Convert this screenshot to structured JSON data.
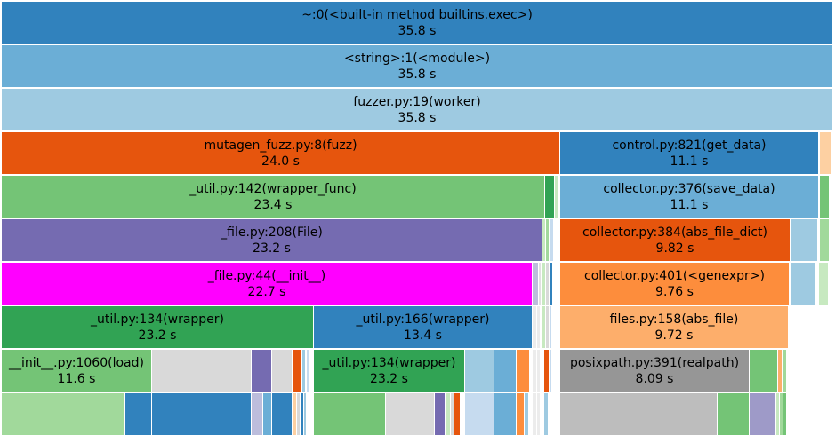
{
  "flamegraph": {
    "frames": [
      {
        "id": "f0",
        "depth": 0,
        "start": 2,
        "end": 936,
        "color": "#3182bd",
        "label": "~:0(<built-in method builtins.exec>)",
        "time": "35.8 s"
      },
      {
        "id": "f1",
        "depth": 1,
        "start": 2,
        "end": 936,
        "color": "#6baed6",
        "label": "<string>:1(<module>)",
        "time": "35.8 s"
      },
      {
        "id": "f2",
        "depth": 2,
        "start": 2,
        "end": 936,
        "color": "#9ecae1",
        "label": "fuzzer.py:19(worker)",
        "time": "35.8 s"
      },
      {
        "id": "f3",
        "depth": 3,
        "start": 2,
        "end": 629,
        "color": "#e6550d",
        "label": "mutagen_fuzz.py:8(fuzz)",
        "time": "24.0 s"
      },
      {
        "id": "f4",
        "depth": 3,
        "start": 630,
        "end": 920,
        "color": "#3182bd",
        "label": "control.py:821(get_data)",
        "time": "11.1 s"
      },
      {
        "id": "f5",
        "depth": 3,
        "start": 922,
        "end": 935,
        "color": "#fdd0a2",
        "label": "",
        "time": ""
      },
      {
        "id": "f6",
        "depth": 4,
        "start": 2,
        "end": 612,
        "color": "#74c476",
        "label": "_util.py:142(wrapper_func)",
        "time": "23.4 s"
      },
      {
        "id": "f7",
        "depth": 4,
        "start": 613,
        "end": 623,
        "color": "#31a354",
        "label": "",
        "time": ""
      },
      {
        "id": "f8",
        "depth": 4,
        "start": 624,
        "end": 628,
        "color": "#c7e9c0",
        "label": "",
        "time": ""
      },
      {
        "id": "f9",
        "depth": 4,
        "start": 630,
        "end": 920,
        "color": "#6baed6",
        "label": "collector.py:376(save_data)",
        "time": "11.1 s"
      },
      {
        "id": "f10",
        "depth": 4,
        "start": 922,
        "end": 932,
        "color": "#74c476",
        "label": "",
        "time": ""
      },
      {
        "id": "f11",
        "depth": 5,
        "start": 2,
        "end": 609,
        "color": "#756bb1",
        "label": "_file.py:208(File)",
        "time": "23.2 s"
      },
      {
        "id": "f12",
        "depth": 5,
        "start": 610,
        "end": 613,
        "color": "#c7e9c0",
        "label": "",
        "time": ""
      },
      {
        "id": "f13",
        "depth": 5,
        "start": 614,
        "end": 617,
        "color": "#a1d99b",
        "label": "",
        "time": ""
      },
      {
        "id": "f14",
        "depth": 5,
        "start": 619,
        "end": 622,
        "color": "#c6dbef",
        "label": "",
        "time": ""
      },
      {
        "id": "f15",
        "depth": 5,
        "start": 630,
        "end": 888,
        "color": "#e6550d",
        "label": "collector.py:384(abs_file_dict)",
        "time": "9.82 s"
      },
      {
        "id": "f16",
        "depth": 5,
        "start": 889,
        "end": 919,
        "color": "#9ecae1",
        "label": "",
        "time": ""
      },
      {
        "id": "f17",
        "depth": 5,
        "start": 922,
        "end": 932,
        "color": "#a1d99b",
        "label": "",
        "time": ""
      },
      {
        "id": "f18",
        "depth": 6,
        "start": 2,
        "end": 598,
        "color": "#ff00ff",
        "label": "_file.py:44(__init__)",
        "time": "22.7 s"
      },
      {
        "id": "f19",
        "depth": 6,
        "start": 599,
        "end": 605,
        "color": "#bcbddc",
        "label": "",
        "time": ""
      },
      {
        "id": "f20",
        "depth": 6,
        "start": 606,
        "end": 608,
        "color": "#e0e0e0",
        "label": "",
        "time": ""
      },
      {
        "id": "f21",
        "depth": 6,
        "start": 610,
        "end": 613,
        "color": "#c7e9c0",
        "label": "",
        "time": ""
      },
      {
        "id": "f22",
        "depth": 6,
        "start": 614,
        "end": 617,
        "color": "#d9d9d9",
        "label": "",
        "time": ""
      },
      {
        "id": "f23",
        "depth": 6,
        "start": 618,
        "end": 621,
        "color": "#3182bd",
        "label": "",
        "time": ""
      },
      {
        "id": "f24",
        "depth": 6,
        "start": 630,
        "end": 887,
        "color": "#fd8d3c",
        "label": "collector.py:401(<genexpr>)",
        "time": "9.76 s"
      },
      {
        "id": "f25",
        "depth": 6,
        "start": 889,
        "end": 917,
        "color": "#9ecae1",
        "label": "",
        "time": ""
      },
      {
        "id": "f26",
        "depth": 6,
        "start": 921,
        "end": 931,
        "color": "#c7e9c0",
        "label": "",
        "time": ""
      },
      {
        "id": "f27",
        "depth": 7,
        "start": 2,
        "end": 352,
        "color": "#31a354",
        "label": "_util.py:134(wrapper)",
        "time": "23.2 s"
      },
      {
        "id": "f28",
        "depth": 7,
        "start": 353,
        "end": 598,
        "color": "#3182bd",
        "label": "_util.py:166(wrapper)",
        "time": "13.4 s"
      },
      {
        "id": "f29",
        "depth": 7,
        "start": 599,
        "end": 603,
        "color": "#ececec",
        "label": "",
        "time": ""
      },
      {
        "id": "f30",
        "depth": 7,
        "start": 604,
        "end": 607,
        "color": "#ececec",
        "label": "",
        "time": ""
      },
      {
        "id": "f31",
        "depth": 7,
        "start": 610,
        "end": 613,
        "color": "#c7e9c0",
        "label": "",
        "time": ""
      },
      {
        "id": "f32",
        "depth": 7,
        "start": 614,
        "end": 617,
        "color": "#d9d9d9",
        "label": "",
        "time": ""
      },
      {
        "id": "f33",
        "depth": 7,
        "start": 618,
        "end": 620,
        "color": "#c6dbef",
        "label": "",
        "time": ""
      },
      {
        "id": "f34",
        "depth": 7,
        "start": 630,
        "end": 886,
        "color": "#fdae6b",
        "label": "files.py:158(abs_file)",
        "time": "9.72 s"
      },
      {
        "id": "f35",
        "depth": 8,
        "start": 2,
        "end": 170,
        "color": "#74c476",
        "label": "__init__.py:1060(load)",
        "time": "11.6 s"
      },
      {
        "id": "f36",
        "depth": 8,
        "start": 171,
        "end": 282,
        "color": "#d9d9d9",
        "label": "",
        "time": ""
      },
      {
        "id": "f37",
        "depth": 8,
        "start": 283,
        "end": 305,
        "color": "#756bb1",
        "label": "",
        "time": ""
      },
      {
        "id": "f38",
        "depth": 8,
        "start": 306,
        "end": 328,
        "color": "#d9d9d9",
        "label": "",
        "time": ""
      },
      {
        "id": "f39",
        "depth": 8,
        "start": 329,
        "end": 339,
        "color": "#e6550d",
        "label": "",
        "time": ""
      },
      {
        "id": "f40",
        "depth": 8,
        "start": 340,
        "end": 343,
        "color": "#9ecae1",
        "label": "",
        "time": ""
      },
      {
        "id": "f41",
        "depth": 8,
        "start": 345,
        "end": 348,
        "color": "#c6dbef",
        "label": "",
        "time": ""
      },
      {
        "id": "f42",
        "depth": 8,
        "start": 353,
        "end": 522,
        "color": "#31a354",
        "label": "_util.py:134(wrapper)",
        "time": "23.2 s"
      },
      {
        "id": "f43",
        "depth": 8,
        "start": 523,
        "end": 555,
        "color": "#9ecae1",
        "label": "",
        "time": ""
      },
      {
        "id": "f44",
        "depth": 8,
        "start": 556,
        "end": 580,
        "color": "#6baed6",
        "label": "",
        "time": ""
      },
      {
        "id": "f45",
        "depth": 8,
        "start": 581,
        "end": 595,
        "color": "#fd8d3c",
        "label": "",
        "time": ""
      },
      {
        "id": "f46",
        "depth": 8,
        "start": 599,
        "end": 603,
        "color": "#ececec",
        "label": "",
        "time": ""
      },
      {
        "id": "f47",
        "depth": 8,
        "start": 604,
        "end": 607,
        "color": "#ececec",
        "label": "",
        "time": ""
      },
      {
        "id": "f48",
        "depth": 8,
        "start": 612,
        "end": 617,
        "color": "#e6550d",
        "label": "",
        "time": ""
      },
      {
        "id": "f49",
        "depth": 8,
        "start": 618,
        "end": 620,
        "color": "#c6dbef",
        "label": "",
        "time": ""
      },
      {
        "id": "f50",
        "depth": 8,
        "start": 630,
        "end": 842,
        "color": "#969696",
        "label": "posixpath.py:391(realpath)",
        "time": "8.09 s"
      },
      {
        "id": "f51",
        "depth": 8,
        "start": 843,
        "end": 874,
        "color": "#74c476",
        "label": "",
        "time": ""
      },
      {
        "id": "f52",
        "depth": 8,
        "start": 875,
        "end": 879,
        "color": "#fdae6b",
        "label": "",
        "time": ""
      },
      {
        "id": "f53",
        "depth": 8,
        "start": 880,
        "end": 884,
        "color": "#a1d99b",
        "label": "",
        "time": ""
      },
      {
        "id": "f54",
        "depth": 9,
        "start": 2,
        "end": 140,
        "color": "#a1d99b",
        "label": "",
        "time": ""
      },
      {
        "id": "f55",
        "depth": 9,
        "start": 141,
        "end": 170,
        "color": "#3182bd",
        "label": "",
        "time": ""
      },
      {
        "id": "f56",
        "depth": 9,
        "start": 171,
        "end": 282,
        "color": "#3182bd",
        "label": "",
        "time": ""
      },
      {
        "id": "f57",
        "depth": 9,
        "start": 283,
        "end": 295,
        "color": "#bcbddc",
        "label": "",
        "time": ""
      },
      {
        "id": "f58",
        "depth": 9,
        "start": 296,
        "end": 305,
        "color": "#6baed6",
        "label": "",
        "time": ""
      },
      {
        "id": "f59",
        "depth": 9,
        "start": 306,
        "end": 328,
        "color": "#3182bd",
        "label": "",
        "time": ""
      },
      {
        "id": "f60",
        "depth": 9,
        "start": 329,
        "end": 333,
        "color": "#fdd0a2",
        "label": "",
        "time": ""
      },
      {
        "id": "f61",
        "depth": 9,
        "start": 334,
        "end": 337,
        "color": "#d9d9d9",
        "label": "",
        "time": ""
      },
      {
        "id": "f62",
        "depth": 9,
        "start": 338,
        "end": 341,
        "color": "#3182bd",
        "label": "",
        "time": ""
      },
      {
        "id": "f63",
        "depth": 9,
        "start": 342,
        "end": 344,
        "color": "#9ecae1",
        "label": "",
        "time": ""
      },
      {
        "id": "f64",
        "depth": 9,
        "start": 353,
        "end": 433,
        "color": "#74c476",
        "label": "",
        "time": ""
      },
      {
        "id": "f65",
        "depth": 9,
        "start": 434,
        "end": 488,
        "color": "#d9d9d9",
        "label": "",
        "time": ""
      },
      {
        "id": "f66",
        "depth": 9,
        "start": 489,
        "end": 500,
        "color": "#756bb1",
        "label": "",
        "time": ""
      },
      {
        "id": "f67",
        "depth": 9,
        "start": 501,
        "end": 506,
        "color": "#c7e9c0",
        "label": "",
        "time": ""
      },
      {
        "id": "f68",
        "depth": 9,
        "start": 507,
        "end": 510,
        "color": "#d9d9d9",
        "label": "",
        "time": ""
      },
      {
        "id": "f69",
        "depth": 9,
        "start": 511,
        "end": 517,
        "color": "#e6550d",
        "label": "",
        "time": ""
      },
      {
        "id": "f70",
        "depth": 9,
        "start": 523,
        "end": 555,
        "color": "#c6dbef",
        "label": "",
        "time": ""
      },
      {
        "id": "f71",
        "depth": 9,
        "start": 556,
        "end": 580,
        "color": "#6baed6",
        "label": "",
        "time": ""
      },
      {
        "id": "f72",
        "depth": 9,
        "start": 581,
        "end": 589,
        "color": "#fd8d3c",
        "label": "",
        "time": ""
      },
      {
        "id": "f73",
        "depth": 9,
        "start": 590,
        "end": 594,
        "color": "#9ecae1",
        "label": "",
        "time": ""
      },
      {
        "id": "f74",
        "depth": 9,
        "start": 599,
        "end": 603,
        "color": "#ececec",
        "label": "",
        "time": ""
      },
      {
        "id": "f75",
        "depth": 9,
        "start": 604,
        "end": 607,
        "color": "#ececec",
        "label": "",
        "time": ""
      },
      {
        "id": "f76",
        "depth": 9,
        "start": 612,
        "end": 616,
        "color": "#9ecae1",
        "label": "",
        "time": ""
      },
      {
        "id": "f77",
        "depth": 9,
        "start": 630,
        "end": 806,
        "color": "#bdbdbd",
        "label": "",
        "time": ""
      },
      {
        "id": "f78",
        "depth": 9,
        "start": 807,
        "end": 842,
        "color": "#74c476",
        "label": "",
        "time": ""
      },
      {
        "id": "f79",
        "depth": 9,
        "start": 843,
        "end": 872,
        "color": "#9e9ac8",
        "label": "",
        "time": ""
      },
      {
        "id": "f80",
        "depth": 9,
        "start": 873,
        "end": 876,
        "color": "#c7e9c0",
        "label": "",
        "time": ""
      },
      {
        "id": "f81",
        "depth": 9,
        "start": 877,
        "end": 880,
        "color": "#a1d99b",
        "label": "",
        "time": ""
      },
      {
        "id": "f82",
        "depth": 9,
        "start": 881,
        "end": 884,
        "color": "#74c476",
        "label": "",
        "time": ""
      }
    ]
  }
}
